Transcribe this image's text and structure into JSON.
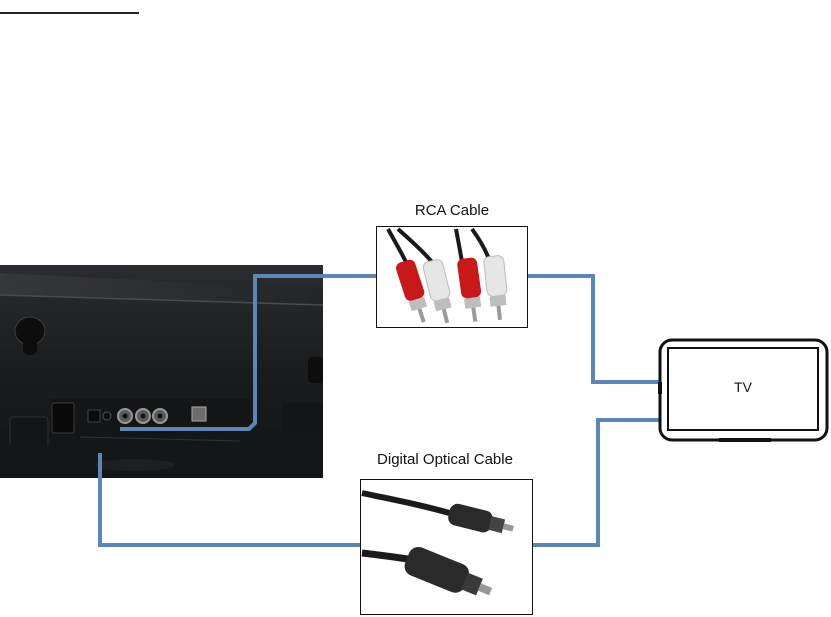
{
  "diagram": {
    "rca_label": "RCA Cable",
    "optical_label": "Digital Optical Cable",
    "tv_label": "TV"
  },
  "colors": {
    "connector_line": "#5b86b8",
    "rca_red": "#c81818",
    "rca_white": "#e6e6e6",
    "soundbar_body": "#1f2022",
    "optical_plug": "#2a2a2a"
  },
  "icons": {
    "soundbar": "soundbar-rear-panel-photo",
    "rca": "rca-cable-photo",
    "optical": "optical-cable-photo",
    "tv": "tv-outline-icon"
  }
}
